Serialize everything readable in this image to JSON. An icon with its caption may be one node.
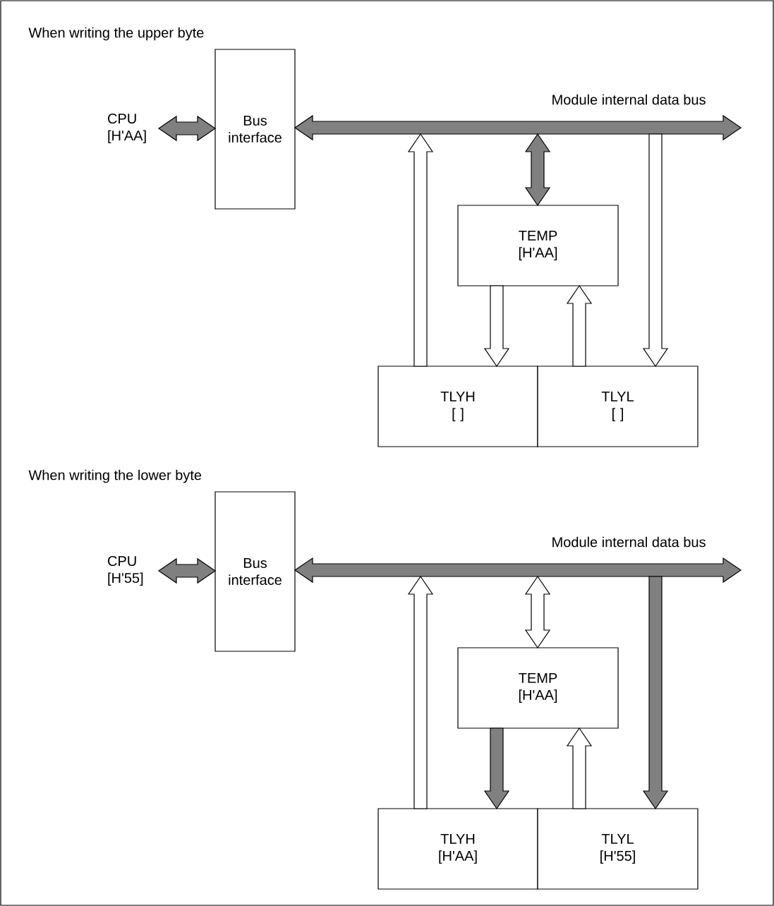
{
  "diagram": {
    "nodes": [
      {
        "text": [
          "CPU",
          "[H'AA]"
        ]
      },
      {
        "text": [
          "Bus interface"
        ]
      },
      {
        "text": [
          "Module internal data bus"
        ]
      },
      {
        "text": [
          "TEMP",
          "[H'AA]"
        ]
      },
      {
        "text": [
          "TLYH",
          "[ ]"
        ]
      },
      {
        "text": [
          "TLYL",
          "[ ]"
        ]
      },
      {
        "text": [
          "CPU",
          "[H'55]"
        ]
      },
      {
        "text": [
          "Bus interface"
        ]
      },
      {
        "text": [
          "Module internal data bus"
        ]
      },
      {
        "text": [
          "TEMP",
          "[H'AA]"
        ]
      },
      {
        "text": [
          "TLYH",
          "[H'AA]"
        ]
      },
      {
        "text": [
          "TLYL",
          "[H'55]"
        ]
      }
    ],
    "edges": [
      {
        "from": 0,
        "to": 1,
        "arrow": "both"
      },
      {
        "from": 2,
        "to": 1,
        "arrow": "to"
      },
      {
        "from": 2,
        "to": null,
        "arrow": "to"
      },
      {
        "from": 4,
        "to": 2,
        "arrow": "to",
        "color": "#ffffff"
      },
      {
        "from": 2,
        "to": 3,
        "arrow": "both"
      },
      {
        "from": 3,
        "to": 4,
        "arrow": "to",
        "color": "#ffffff"
      },
      {
        "from": 5,
        "to": 3,
        "arrow": "to",
        "color": "#ffffff"
      },
      {
        "from": 2,
        "to": 5,
        "arrow": "to",
        "color": "#ffffff"
      },
      {
        "from": 6,
        "to": 7,
        "arrow": "both"
      },
      {
        "from": 8,
        "to": 7,
        "arrow": "to"
      },
      {
        "from": 8,
        "to": null,
        "arrow": "to"
      },
      {
        "from": 10,
        "to": 8,
        "arrow": "to",
        "color": "#ffffff"
      },
      {
        "from": 8,
        "to": 9,
        "arrow": "both",
        "color": "#ffffff"
      },
      {
        "from": 9,
        "to": 10,
        "arrow": "to"
      },
      {
        "from": 11,
        "to": 9,
        "arrow": "to",
        "color": "#ffffff"
      },
      {
        "from": 8,
        "to": 11,
        "arrow": "to"
      }
    ],
    "labels": [
      "When writing the upper byte",
      "When writing the lower byte"
    ]
  }
}
